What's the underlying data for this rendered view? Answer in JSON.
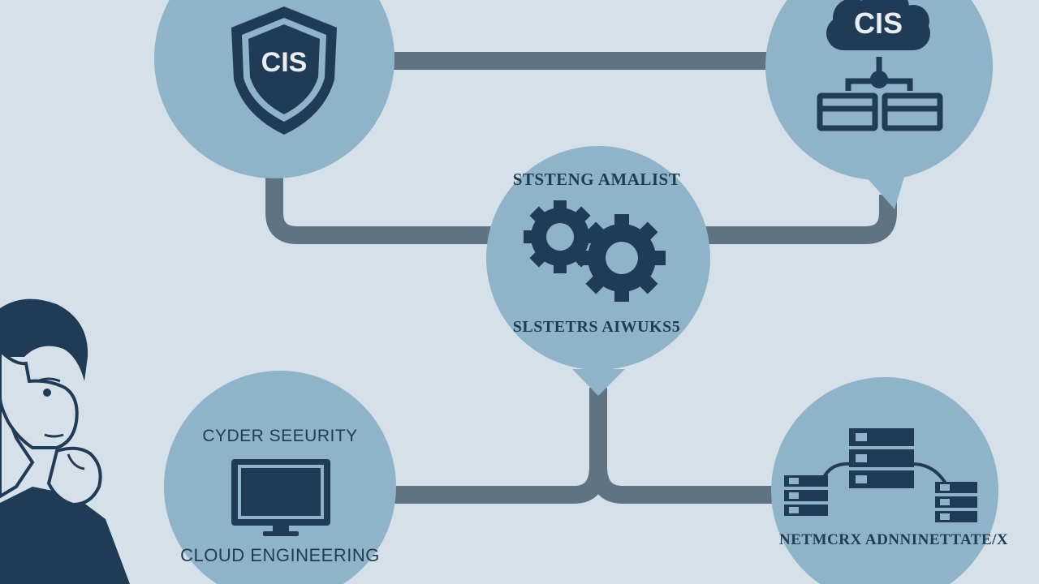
{
  "colors": {
    "background": "#d5e0e8",
    "node_fill": "#8fb3c8",
    "connector": "#5f7383",
    "icon_dark": "#1f3b55",
    "icon_light": "#e8eff4"
  },
  "nodes": {
    "security_shield": {
      "icon": "shield-icon",
      "badge": "CIS"
    },
    "cloud_network": {
      "icon": "cloud-icon",
      "badge": "CIS"
    },
    "systems_analyst": {
      "icon": "gears-icon",
      "title": "STSTENG AMALIST",
      "caption": "SLSTETRS AIWUKS5"
    },
    "cyber_cloud": {
      "icon": "monitor-icon",
      "title": "CYDER SEEURITY",
      "caption": "CLOUD ENGINEERING"
    },
    "network_admin": {
      "icon": "servers-icon",
      "caption": "NETMCRX ADNNINETTATE/X"
    }
  },
  "person": {
    "icon": "thinking-person-icon"
  }
}
